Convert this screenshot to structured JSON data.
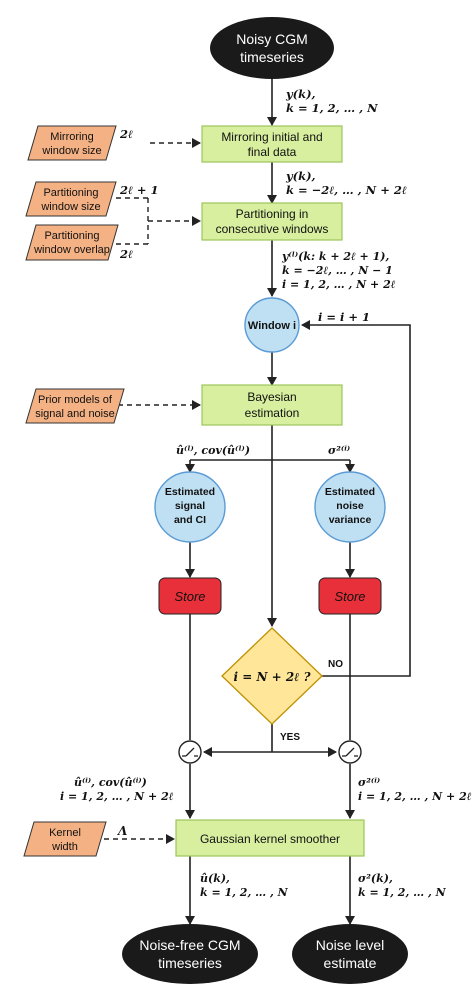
{
  "terminals": {
    "input_line1": "Noisy CGM",
    "input_line2": "timeseries",
    "output_left_line1": "Noise-free CGM",
    "output_left_line2": "timeseries",
    "output_right_line1": "Noise level",
    "output_right_line2": "estimate"
  },
  "processes": {
    "mirroring_line1": "Mirroring initial and",
    "mirroring_line2": "final data",
    "partitioning_line1": "Partitioning in",
    "partitioning_line2": "consecutive windows",
    "bayesian_line1": "Bayesian",
    "bayesian_line2": "estimation",
    "smoother": "Gaussian kernel smoother"
  },
  "inputs": {
    "mirror_size_line1": "Mirroring",
    "mirror_size_line2": "window size",
    "part_size_line1": "Partitioning",
    "part_size_line2": "window size",
    "part_overlap_line1": "Partitioning",
    "part_overlap_line2": "window overlap",
    "prior_line1": "Prior models of",
    "prior_line2": "signal and noise",
    "kernel_line1": "Kernel",
    "kernel_line2": "width"
  },
  "circles": {
    "window": "Window i",
    "est_signal_line1": "Estimated",
    "est_signal_line2": "signal",
    "est_signal_line3": "and CI",
    "est_noise_line1": "Estimated",
    "est_noise_line2": "noise",
    "est_noise_line3": "variance"
  },
  "stores": {
    "left": "Store",
    "right": "Store"
  },
  "decision": {
    "condition": "i = N + 2ℓ ?",
    "yes": "YES",
    "no": "NO"
  },
  "labels": {
    "y_k": "y(k),",
    "k_range1": "k = 1, 2, … , N",
    "y_k2": "y(k),",
    "k_range2": "k = −2ℓ, … , N + 2ℓ",
    "y_window": "y⁽ˡ⁾(k: k + 2ℓ + 1),",
    "k_range3": "k = −2ℓ, … , N − 1",
    "i_range1": "i = 1, 2, … , N + 2ℓ",
    "mirror_param": "2ℓ",
    "part_size_param": "2ℓ + 1",
    "part_overlap_param": "2ℓ",
    "increment": "i = i + 1",
    "u_cov": "û⁽ˡ⁾, cov(û⁽ˡ⁾)",
    "sigma_i": "σ²⁽ⁱ⁾",
    "u_cov_i": "û⁽ⁱ⁾, cov(û⁽ⁱ⁾)",
    "i_range2": "i = 1, 2, … , N + 2ℓ",
    "sigma_i2": "σ²⁽ⁱ⁾",
    "i_range3": "i = 1, 2, … , N + 2ℓ",
    "lambda": "Λ",
    "u_k": "û(k),",
    "k_range4": "k = 1, 2, … , N",
    "sigma_k": "σ²(k),",
    "k_range5": "k = 1, 2, … , N"
  },
  "colors": {
    "terminal": "#1a1a1a",
    "process_fill": "#d7ef9e",
    "process_stroke": "#9cc45a",
    "input_fill": "#f4b183",
    "input_stroke": "#333333",
    "circle_fill": "#bfe0f3",
    "circle_stroke": "#5b9bd5",
    "store_fill": "#e8303a",
    "decision_fill": "#ffe699",
    "decision_stroke": "#bf9000"
  }
}
